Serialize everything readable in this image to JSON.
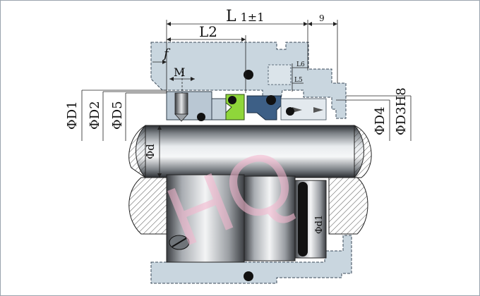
{
  "diagram": {
    "watermark": "HQ",
    "dimensions": {
      "L": "L",
      "L_tol": "1±1",
      "L2": "L2",
      "f": "f",
      "M": "M",
      "L5": "L5",
      "L6": "L6",
      "nine": "9",
      "D1": "ΦD1",
      "D2": "ΦD2",
      "D5": "ΦD5",
      "D4": "ΦD4",
      "D3": "ΦD3H8",
      "d": "Φd",
      "d1": "Φd1"
    },
    "colors": {
      "housing": "#c9d6df",
      "housing_stroke": "#3a4a59",
      "green_ring": "#8fd63a",
      "blue_seat": "#3d5f86",
      "watermark": "#f3b8cf"
    }
  }
}
